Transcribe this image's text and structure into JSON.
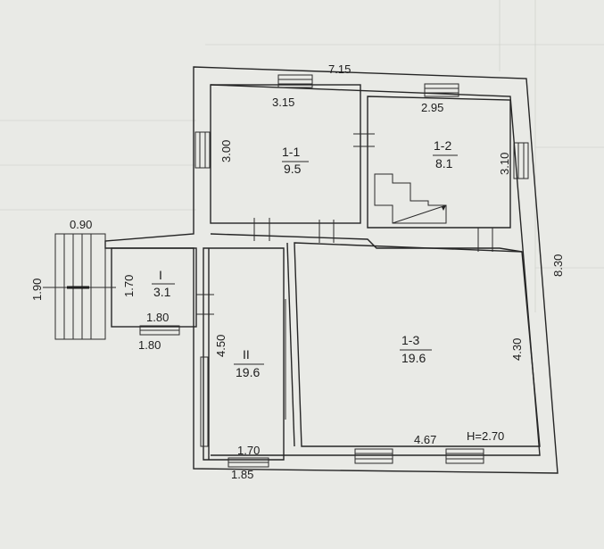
{
  "dimensions": {
    "outer_top": "7.15",
    "outer_right": "8.30",
    "porch_width": "0.90",
    "porch_length": "1.90",
    "room11_width": "3.15",
    "room11_depth": "3.00",
    "room12_width": "2.95",
    "room12_depth": "3.10",
    "roomI_depth": "1.70",
    "roomI_inner_width": "1.80",
    "roomI_outer_width": "1.80",
    "roomII_length": "4.50",
    "roomII_inner_width": "1.70",
    "roomII_outer_width": "1.85",
    "room13_depth": "4.30",
    "room13_width": "4.67",
    "ceiling_height": "H=2.70"
  },
  "rooms": [
    {
      "id": "1-1",
      "area": "9.5"
    },
    {
      "id": "1-2",
      "area": "8.1"
    },
    {
      "id": "I",
      "area": "3.1"
    },
    {
      "id": "II",
      "area": "19.6"
    },
    {
      "id": "1-3",
      "area": "19.6"
    }
  ]
}
